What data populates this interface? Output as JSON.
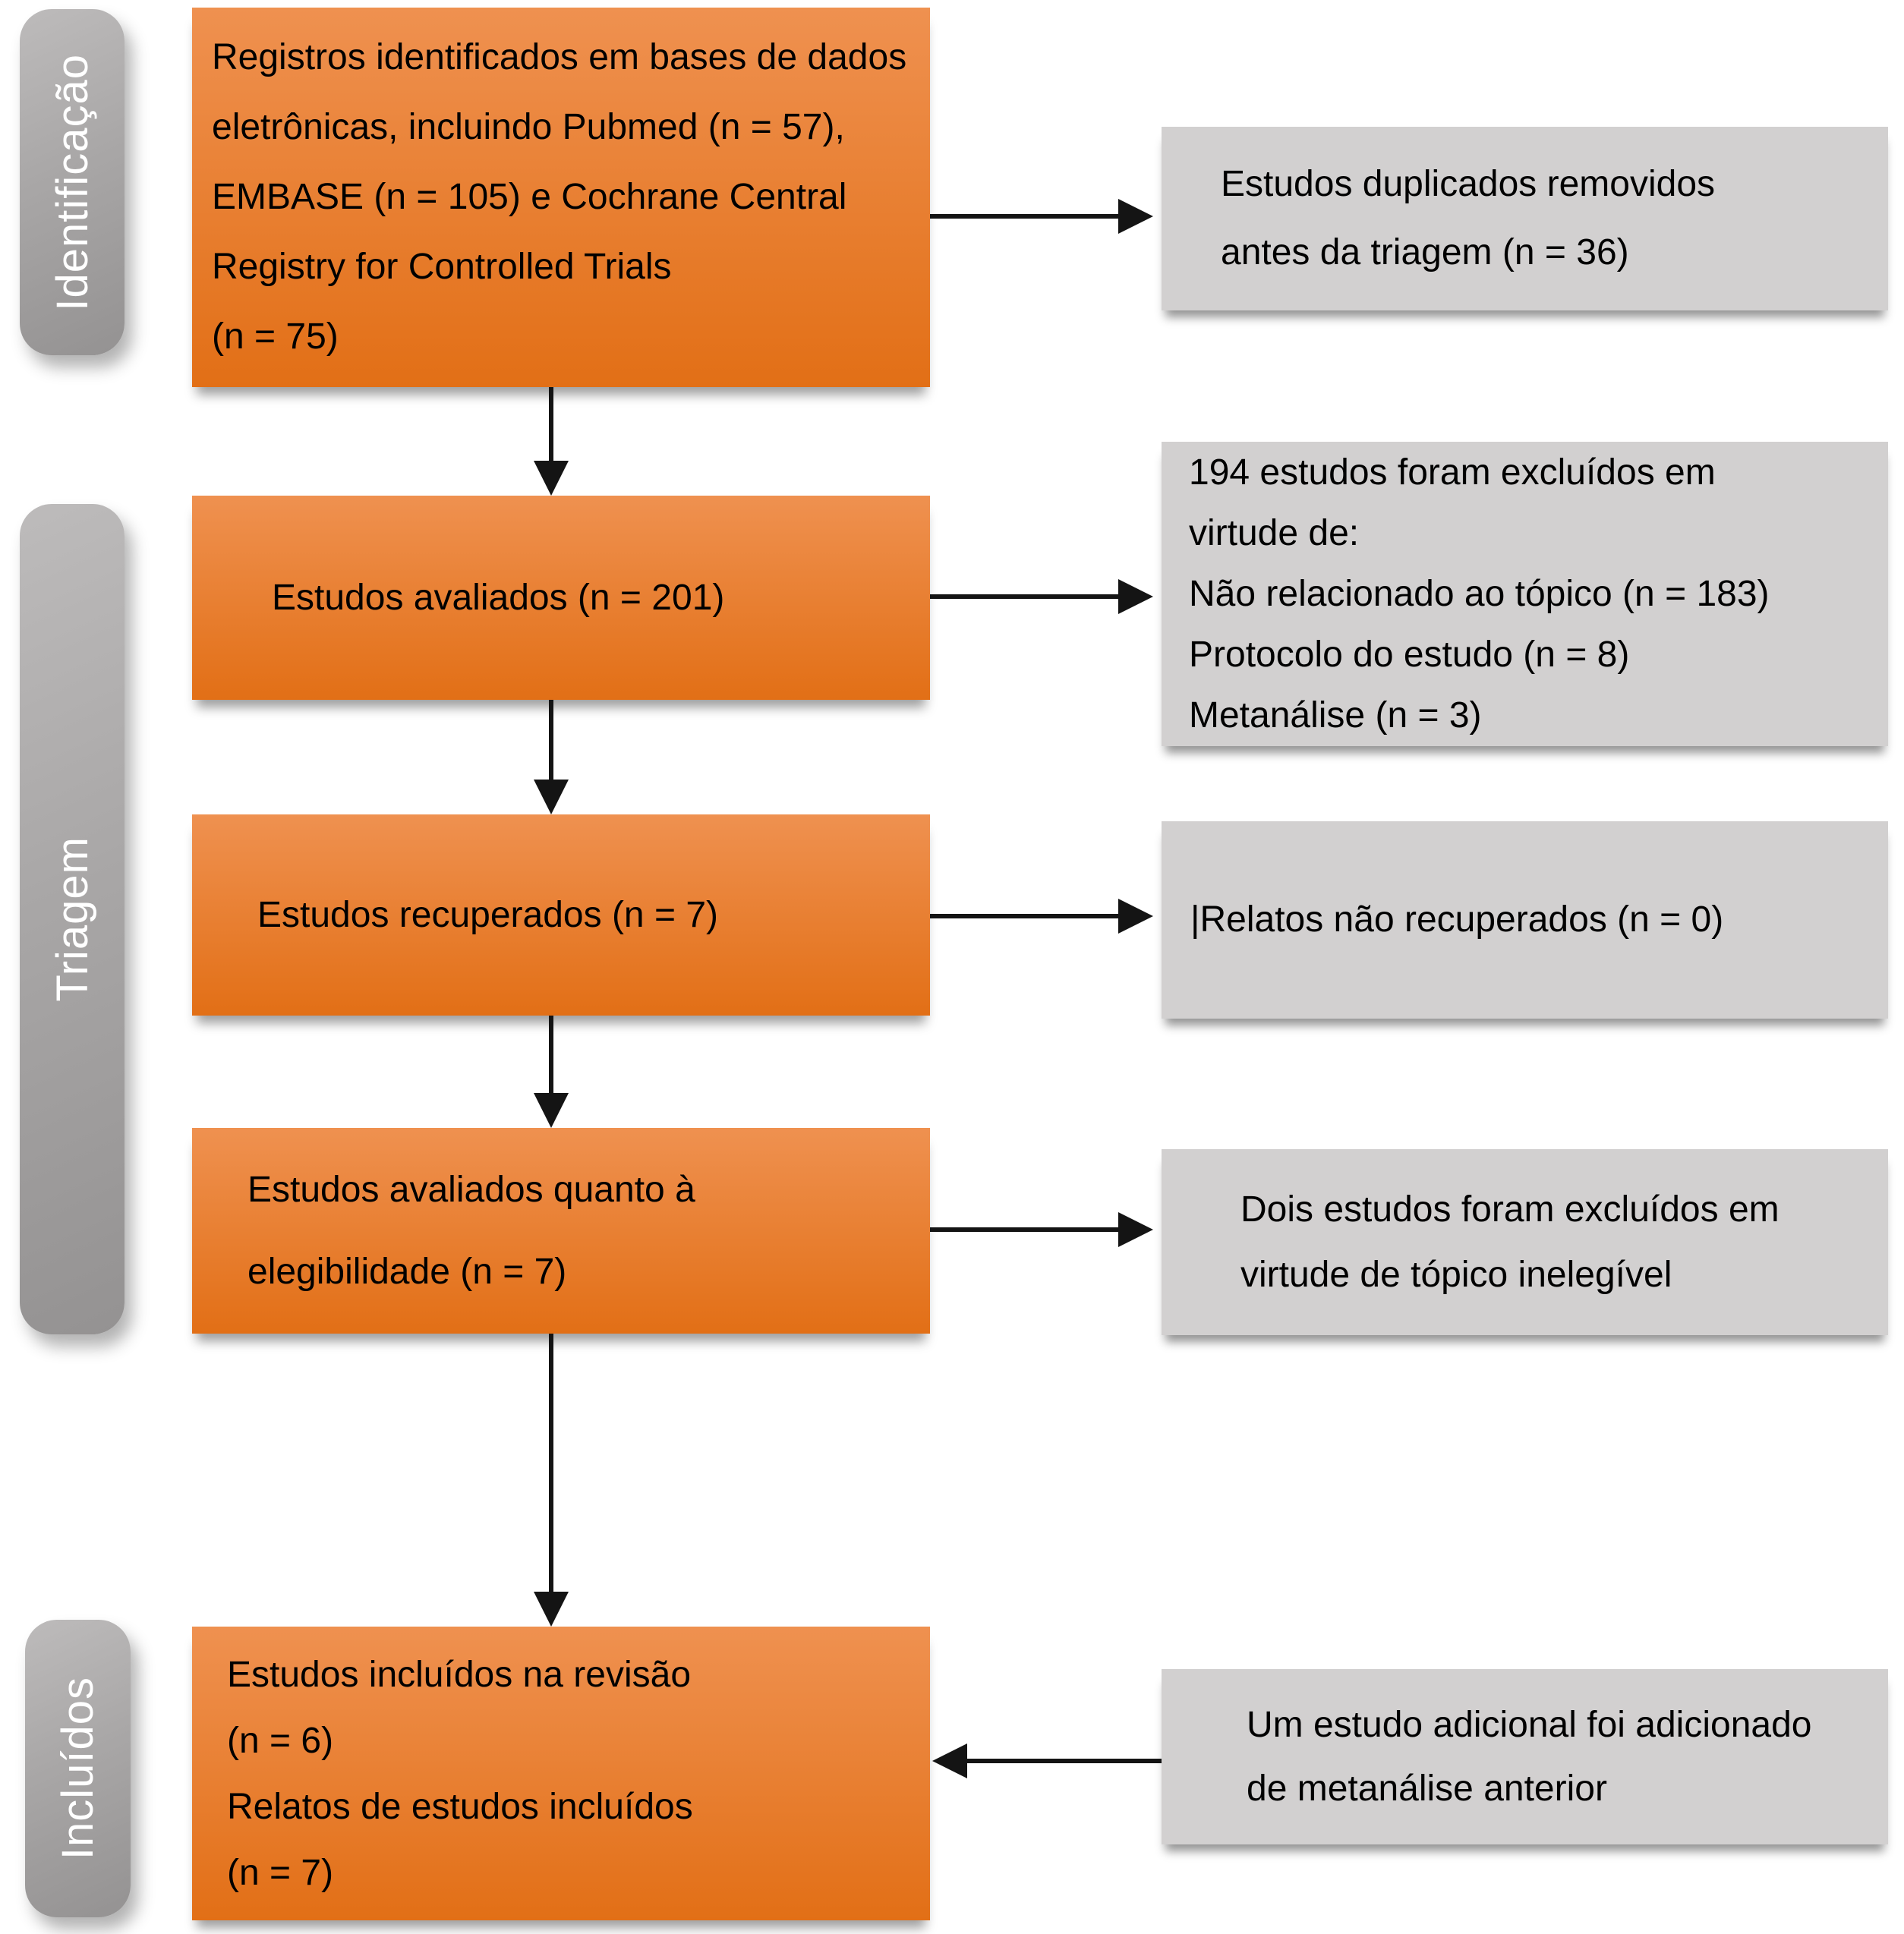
{
  "stage_labels": [
    {
      "label": "Identificação"
    },
    {
      "label": "Triagem"
    },
    {
      "label": "Incluídos"
    }
  ],
  "flow_boxes": [
    {
      "text": "Registros identificados em bases de dados\neletrônicas, incluindo Pubmed (n = 57),\nEMBASE (n = 105) e Cochrane Central\nRegistry for Controlled Trials\n(n = 75)"
    },
    {
      "text": "Estudos avaliados (n = 201)"
    },
    {
      "text": "Estudos recuperados (n = 7)"
    },
    {
      "text": "Estudos avaliados quanto à\nelegibilidade (n = 7)"
    },
    {
      "text": "Estudos incluídos na revisão\n(n = 6)\nRelatos de estudos incluídos\n(n = 7)"
    }
  ],
  "side_boxes": [
    {
      "text": "Estudos duplicados removidos\nantes da triagem (n = 36)"
    },
    {
      "text": "194 estudos foram excluídos em\nvirtude de:\nNão relacionado ao tópico (n = 183)\nProtocolo do estudo (n = 8)\nMetanálise (n = 3)"
    },
    {
      "text": "|Relatos não recuperados (n = 0)"
    },
    {
      "text": "Dois estudos foram excluídos em\nvirtude de tópico inelegível"
    },
    {
      "text": "Um estudo adicional foi adicionado\nde metanálise anterior"
    }
  ],
  "colors": {
    "background": "#ffffff",
    "flow_box_top": "#ef9150",
    "flow_box_bottom": "#e26f16",
    "side_box": "#d2d0d0",
    "stage_pill": "#a9a7a7",
    "stage_text": "#ffffff",
    "text": "#000000",
    "arrow": "#141414"
  }
}
